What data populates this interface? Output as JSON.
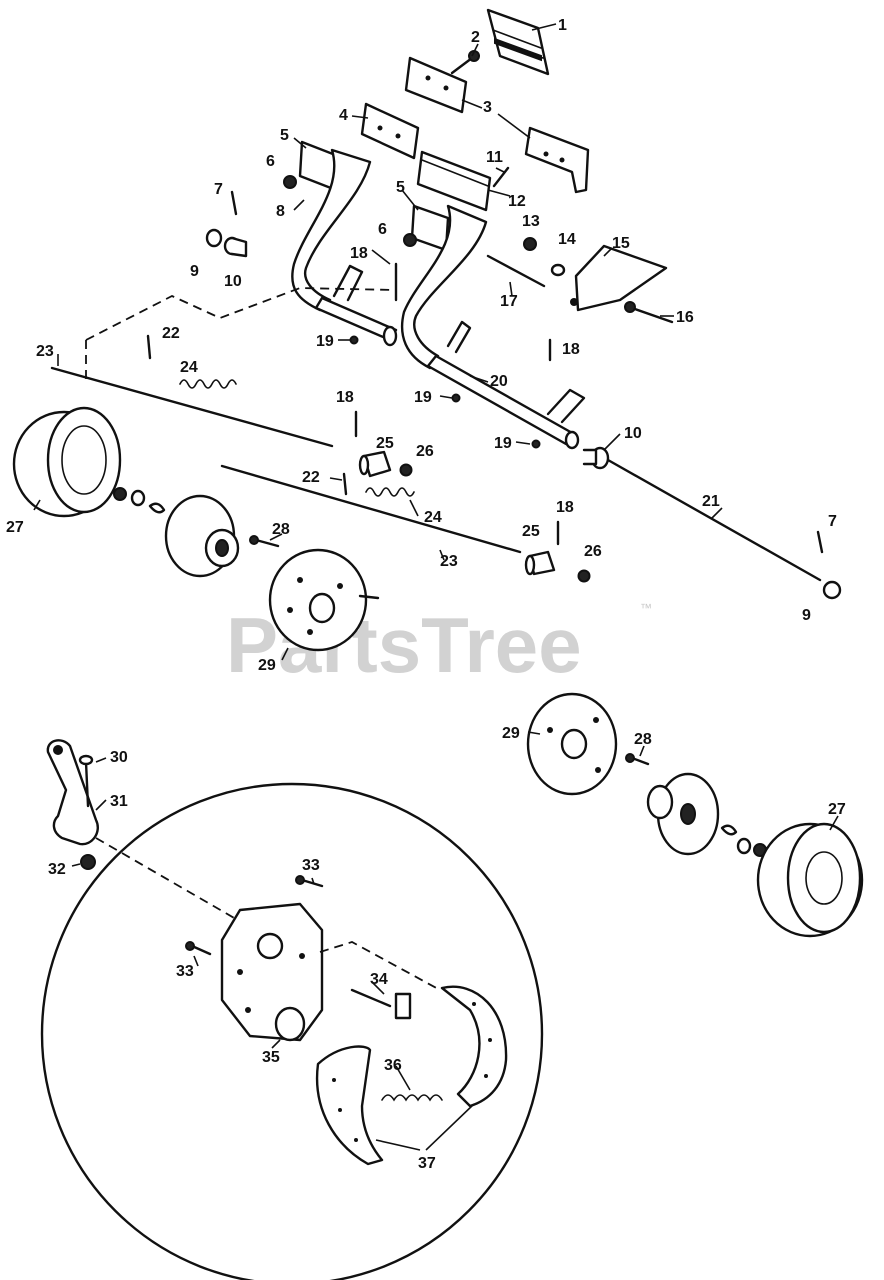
{
  "watermark": {
    "text": "PartsTree",
    "trademark": "™"
  },
  "callouts": {
    "c1": "1",
    "c2": "2",
    "c3a": "3",
    "c4": "4",
    "c5a": "5",
    "c5b": "5",
    "c6a": "6",
    "c6b": "6",
    "c7a": "7",
    "c7b": "7",
    "c8": "8",
    "c9a": "9",
    "c9b": "9",
    "c10a": "10",
    "c10b": "10",
    "c11": "11",
    "c12": "12",
    "c13": "13",
    "c14": "14",
    "c15": "15",
    "c16": "16",
    "c17": "17",
    "c18a": "18",
    "c18b": "18",
    "c18c": "18",
    "c18d": "18",
    "c19a": "19",
    "c19b": "19",
    "c19c": "19",
    "c20": "20",
    "c21": "21",
    "c22a": "22",
    "c22b": "22",
    "c23a": "23",
    "c23b": "23",
    "c24a": "24",
    "c24b": "24",
    "c25a": "25",
    "c25b": "25",
    "c26a": "26",
    "c26b": "26",
    "c27a": "27",
    "c27b": "27",
    "c28a": "28",
    "c28b": "28",
    "c29a": "29",
    "c29b": "29",
    "c30": "30",
    "c31": "31",
    "c32": "32",
    "c33a": "33",
    "c33b": "33",
    "c34": "34",
    "c35": "35",
    "c36": "36",
    "c37": "37"
  }
}
